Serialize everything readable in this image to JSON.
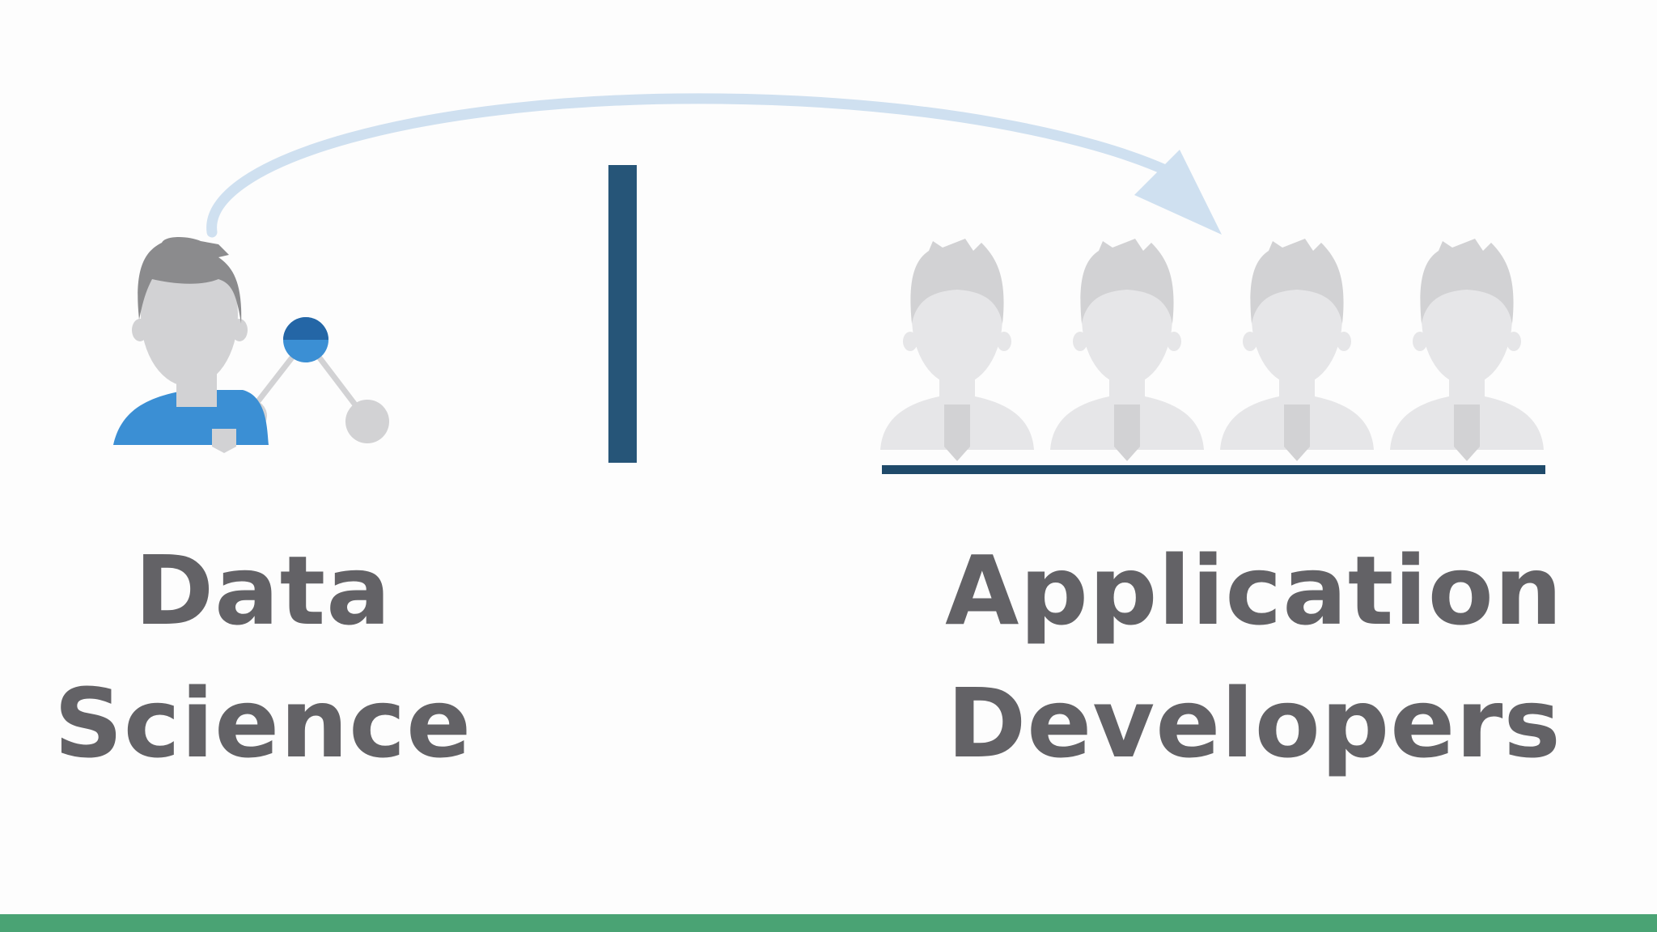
{
  "colors": {
    "background": "#fdfdfd",
    "text": "#636266",
    "arrow": "#cfe0f0",
    "divider": "#265578",
    "team_underline": "#1f4a6a",
    "bottom_bar": "#4aa374",
    "data_scientist_shirt": "#3b8fd4",
    "node_blue_dark": "#2466a6",
    "person_gray": "#d2d2d4",
    "developer_gray": "#e6e6e8",
    "hair_gray": "#8b8b8d"
  },
  "left_group": {
    "icon": "data-scientist-icon",
    "label_line1": "Data",
    "label_line2": "Science"
  },
  "right_group": {
    "icon": "developers-group-icon",
    "label_line1": "Application",
    "label_line2": "Developers",
    "developer_count": 4
  },
  "connector": {
    "icon": "curved-arrow-icon"
  }
}
